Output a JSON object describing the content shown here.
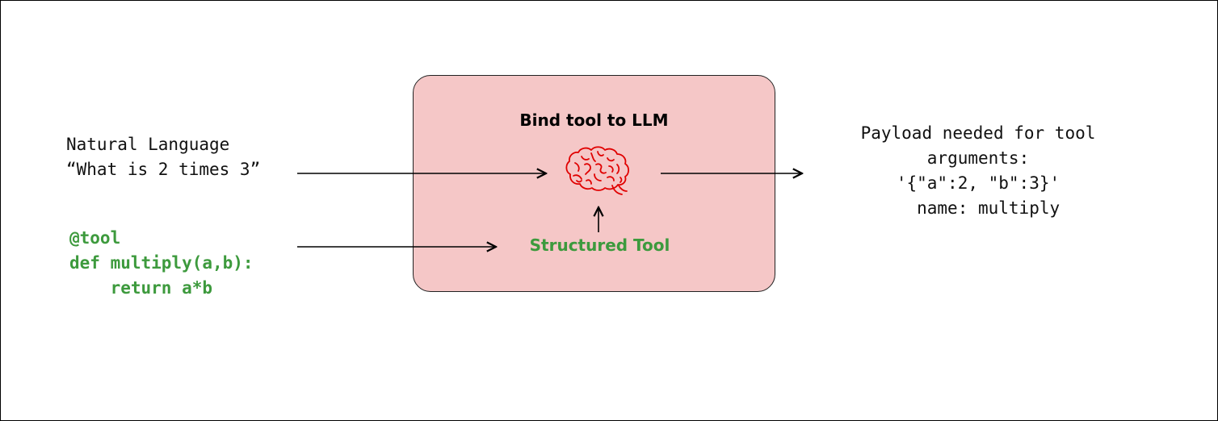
{
  "input_text": {
    "line1": "Natural Language",
    "line2": "“What is 2 times 3”"
  },
  "code": {
    "line1": "@tool",
    "line2": "def multiply(a,b):",
    "line3": "    return a*b",
    "color": "#3d9a3d"
  },
  "llm_box": {
    "title": "Bind tool to LLM",
    "structured_tool_label": "Structured Tool",
    "fill_color": "#f5c7c7",
    "brain_icon": "brain-icon",
    "brain_color": "#e00000"
  },
  "output": {
    "line1": "Payload needed for tool",
    "line2": "arguments:",
    "line3": "'{\"a\":2, \"b\":3}'",
    "line4": "  name: multiply"
  }
}
